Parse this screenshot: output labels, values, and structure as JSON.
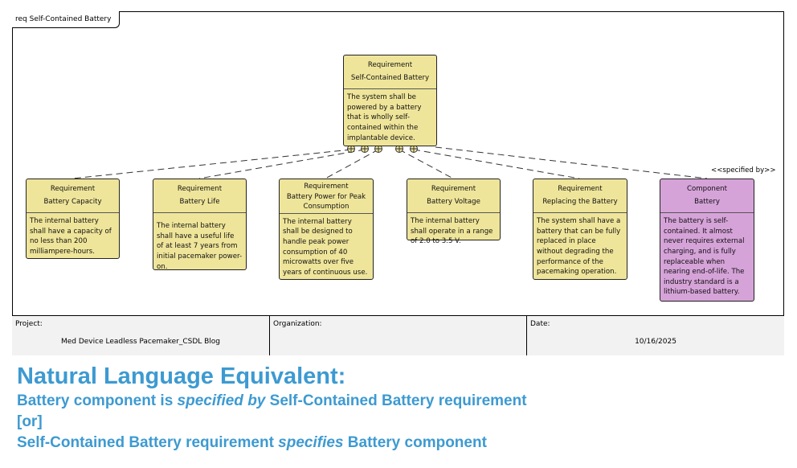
{
  "frame": {
    "title": "req Self-Contained Battery"
  },
  "top_requirement": {
    "stereotype": "Requirement",
    "name": "Self-Contained Battery",
    "text": "The system shall be powered by a battery that is wholly self-contained within the implantable device."
  },
  "requirements": [
    {
      "stereotype": "Requirement",
      "name": "Battery Capacity",
      "text": "The internal battery shall have a capacity of no less than 200 milliampere-hours."
    },
    {
      "stereotype": "Requirement",
      "name": "Battery Life",
      "text": "The internal battery shall have a useful life of at least 7 years from initial pacemaker power-on."
    },
    {
      "stereotype": "Requirement",
      "name": "Battery Power for Peak Consumption",
      "text": "The internal battery shall be designed to handle peak power consumption of 40 microwatts over five years of continuous use."
    },
    {
      "stereotype": "Requirement",
      "name": "Battery Voltage",
      "text": "The internal battery shall operate in a range of 2.0 to 3.5 V."
    },
    {
      "stereotype": "Requirement",
      "name": "Replacing the Battery",
      "text": "The system shall have a battery that can be fully replaced in place without degrading the performance of the pacemaking operation."
    }
  ],
  "component": {
    "stereotype": "Component",
    "name": "Battery",
    "text": "The battery is self-contained.  It almost never requires external charging, and is fully replaceable when nearing end-of-life.  The industry standard is a lithium-based battery.",
    "relation_label": "<<specified by>>"
  },
  "footer": {
    "project_label": "Project:",
    "project": "Med Device Leadless Pacemaker_CSDL Blog",
    "organization_label": "Organization:",
    "organization": "",
    "date_label": "Date:",
    "date": "10/16/2025"
  },
  "natural_language": {
    "title": "Natural Language Equivalent:",
    "line1_a": "Battery component is ",
    "line1_b": "specified by",
    "line1_c": " Self-Contained Battery requirement",
    "line2": "[or]",
    "line3_a": "Self-Contained Battery requirement ",
    "line3_b": "specifies",
    "line3_c": " Battery component"
  },
  "colors": {
    "requirement": "#efe59a",
    "component": "#d6a3d9",
    "text_accent": "#3d9ad1"
  }
}
